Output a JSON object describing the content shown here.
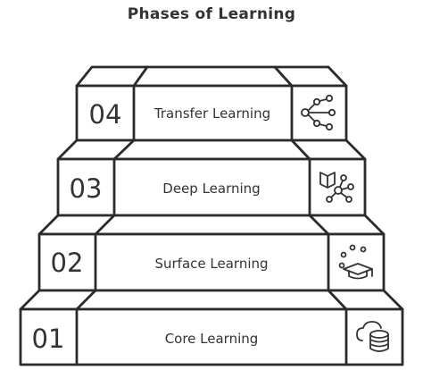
{
  "diagram": {
    "title": "Phases of Learning",
    "steps": [
      {
        "number": "04",
        "label": "Transfer Learning",
        "icon": "network-share-icon"
      },
      {
        "number": "03",
        "label": "Deep Learning",
        "icon": "book-network-icon"
      },
      {
        "number": "02",
        "label": "Surface Learning",
        "icon": "graduation-cap-icon"
      },
      {
        "number": "01",
        "label": "Core Learning",
        "icon": "database-icon"
      }
    ]
  }
}
